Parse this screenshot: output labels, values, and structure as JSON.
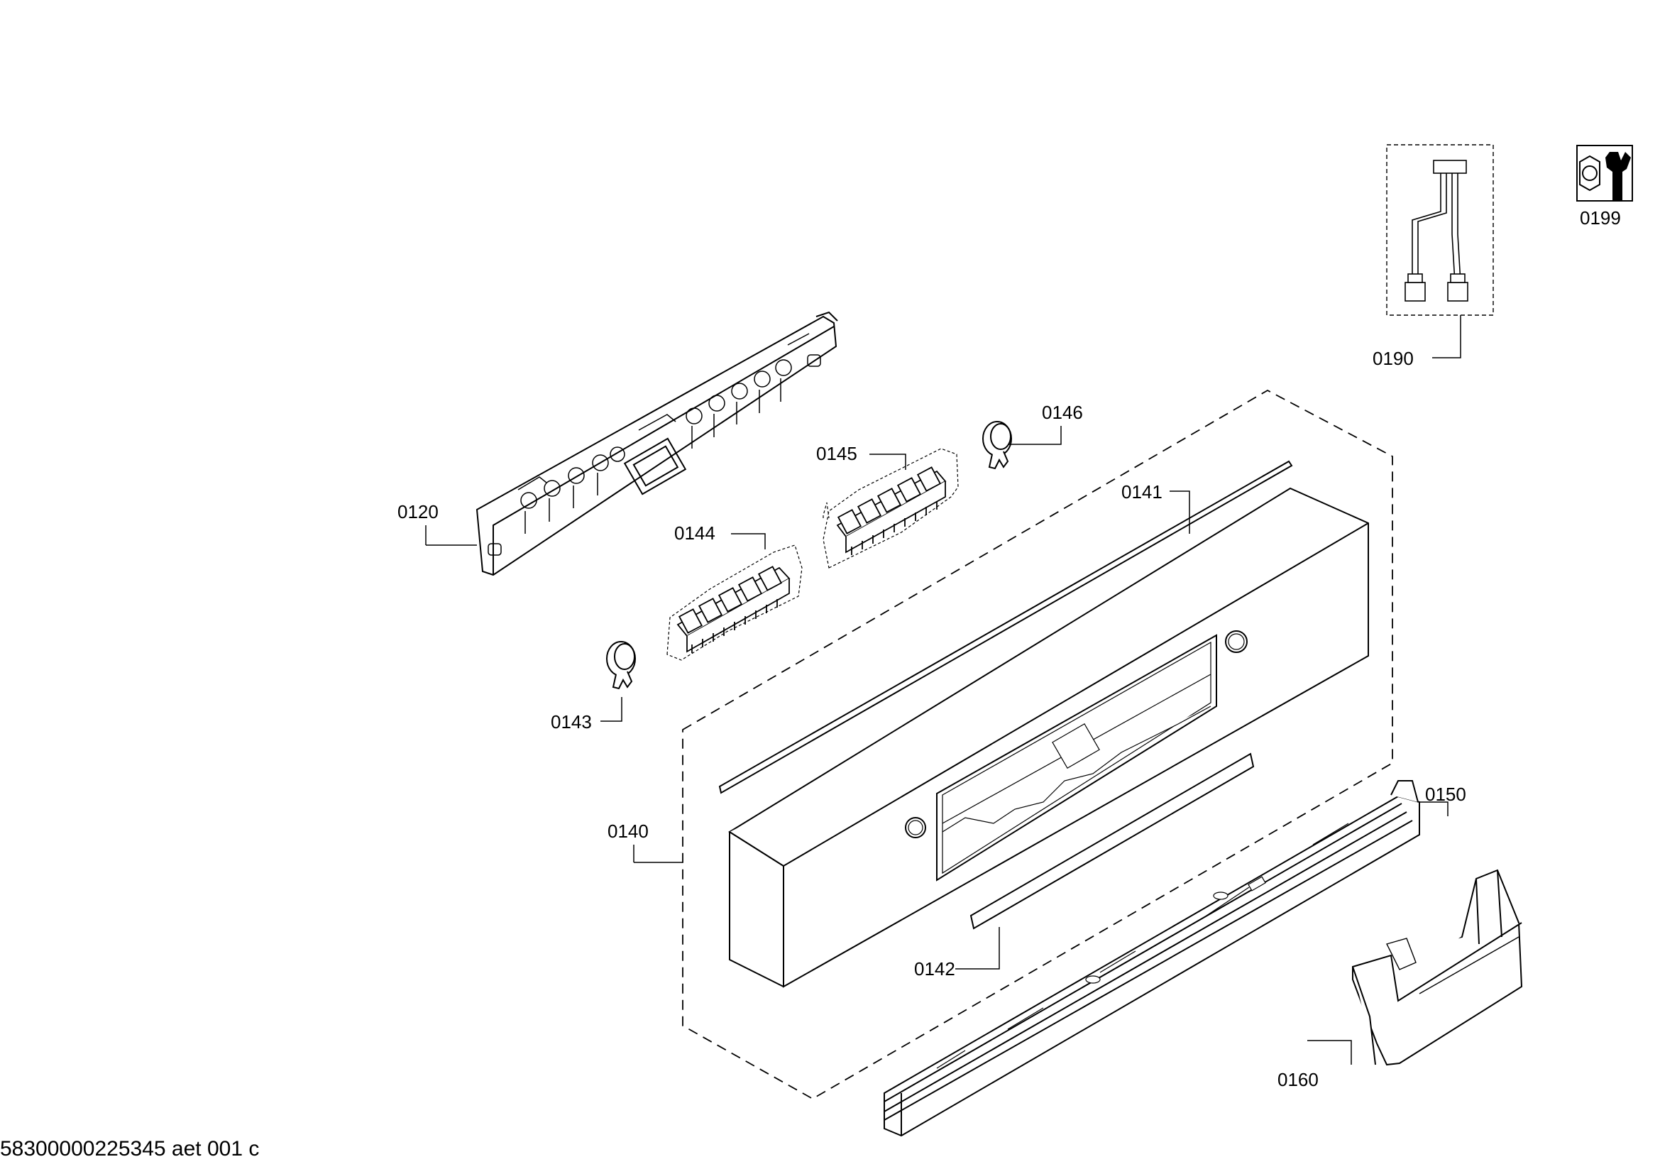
{
  "labels": {
    "p0120": "0120",
    "p0140": "0140",
    "p0141": "0141",
    "p0142": "0142",
    "p0143": "0143",
    "p0144": "0144",
    "p0145": "0145",
    "p0146": "0146",
    "p0150": "0150",
    "p0160": "0160",
    "p0190": "0190",
    "p0199": "0199"
  },
  "footer": {
    "document_id": "58300000225345 aet 001 c"
  },
  "icons": {
    "service_icon": "nut-and-wrench-icon"
  },
  "colors": {
    "line": "#000000",
    "background": "#ffffff"
  }
}
